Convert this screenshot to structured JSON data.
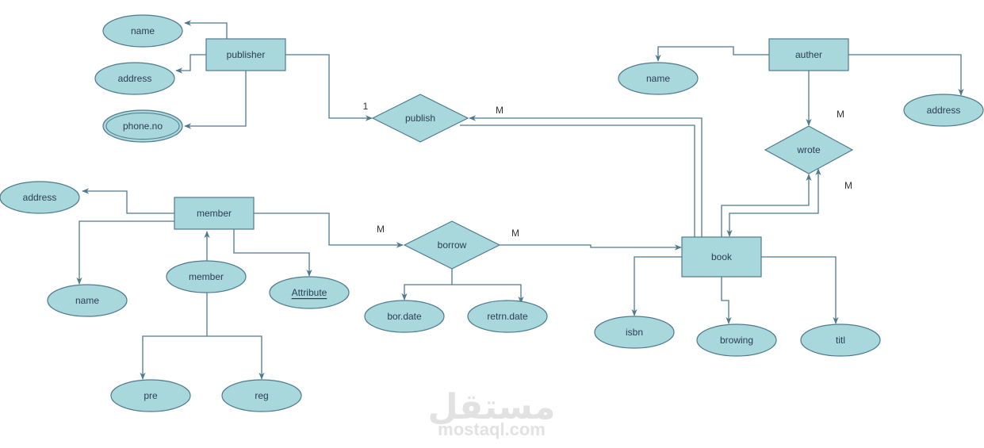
{
  "diagram": {
    "type": "ER diagram",
    "entities": {
      "publisher": "publisher",
      "auther": "auther",
      "member": "member",
      "book": "book"
    },
    "relationships": {
      "publish": "publish",
      "wrote": "wrote",
      "borrow": "borrow"
    },
    "attributes": {
      "publisher_name": "name",
      "publisher_address": "address",
      "publisher_phone": "phone.no",
      "auther_name": "name",
      "auther_address": "address",
      "member_address": "address",
      "member_name": "name",
      "member_member": "member",
      "member_attribute": "Attribute",
      "member_pre": "pre",
      "member_reg": "reg",
      "borrow_bor_date": "bor.date",
      "borrow_retrn_date": "retrn.date",
      "book_isbn": "isbn",
      "book_browing": "browing",
      "book_titl": "titl"
    },
    "cardinalities": {
      "publisher_publish": "1",
      "book_publish": "M",
      "auther_wrote": "M",
      "book_wrote": "M",
      "member_borrow": "M",
      "borrow_book": "M"
    }
  },
  "watermark": {
    "arabic": "مستقل",
    "latin": "mostaql.com"
  },
  "colors": {
    "shape_fill": "#a8d8dc",
    "stroke": "#4f7a8d",
    "watermark": "#e2e2e2"
  }
}
